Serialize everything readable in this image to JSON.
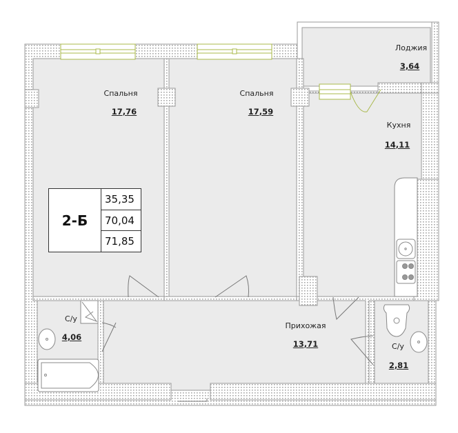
{
  "plan": {
    "apartment_code": "2-Б",
    "areas_summary": [
      "35,35",
      "70,04",
      "71,85"
    ]
  },
  "rooms": [
    {
      "name": "Спальня",
      "area": "17,76"
    },
    {
      "name": "Спальня",
      "area": "17,59"
    },
    {
      "name": "Лоджия",
      "area": "3,64"
    },
    {
      "name": "Кухня",
      "area": "14,11"
    },
    {
      "name": "С/у",
      "area": "4,06"
    },
    {
      "name": "Прихожая",
      "area": "13,71"
    },
    {
      "name": "С/у",
      "area": "2,81"
    }
  ],
  "colors": {
    "wall_fill": "#ffffff",
    "wall_outline": "#9a9a9a",
    "room_fill": "#ebebeb",
    "window": "#a8b84a",
    "text": "#222222"
  }
}
